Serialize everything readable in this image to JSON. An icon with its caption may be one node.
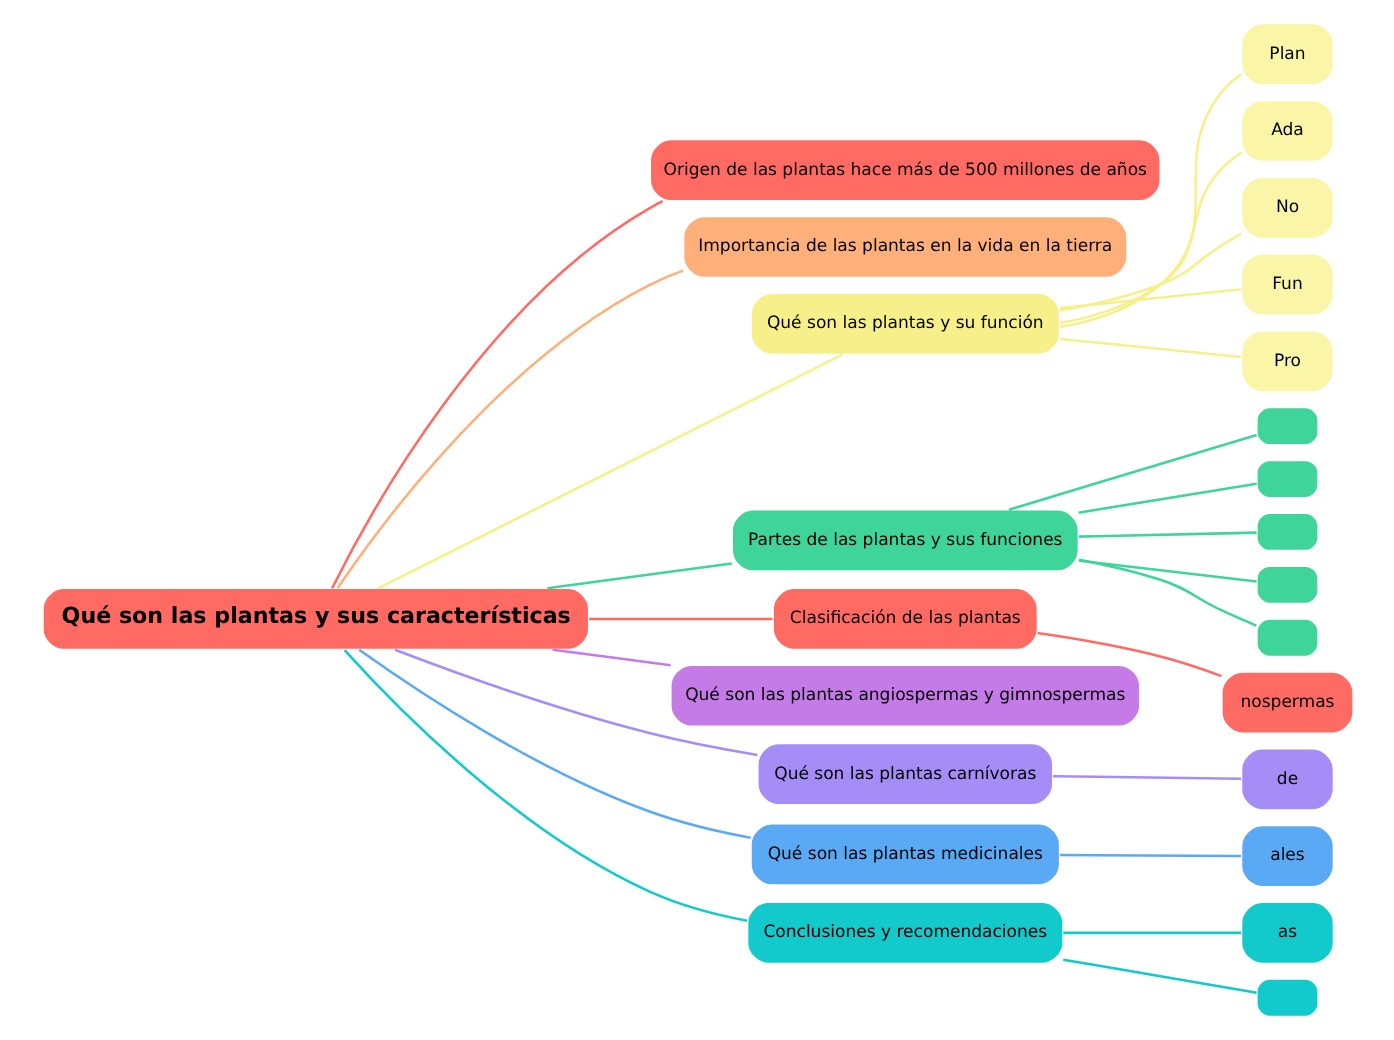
{
  "diagram": {
    "nodes": [
      {
        "text": [
          "Qué son las plantas y sus características"
        ]
      },
      {
        "text": [
          "Origen de las plantas hace más de 500 millones de años"
        ]
      },
      {
        "text": [
          "Importancia de las plantas en la vida en la tierra"
        ]
      },
      {
        "text": [
          "Qué son las plantas y su función"
        ]
      },
      {
        "text": [
          "Plan"
        ]
      },
      {
        "text": [
          "Ada"
        ]
      },
      {
        "text": [
          "No"
        ]
      },
      {
        "text": [
          "Fun"
        ]
      },
      {
        "text": [
          "Pro"
        ]
      },
      {
        "text": [
          "Partes de las plantas y sus funciones"
        ]
      },
      {
        "text": [],
        "shape": "box"
      },
      {
        "text": [],
        "shape": "box"
      },
      {
        "text": [],
        "shape": "box"
      },
      {
        "text": [],
        "shape": "box"
      },
      {
        "text": [],
        "shape": "box"
      },
      {
        "text": [
          "Clasificación de las plantas"
        ]
      },
      {
        "text": [
          "nospermas"
        ]
      },
      {
        "text": [
          "Qué son las plantas angiospermas y gimnospermas"
        ]
      },
      {
        "text": [
          "Qué son las plantas carnívoras"
        ]
      },
      {
        "text": [
          "de"
        ]
      },
      {
        "text": [
          "Qué son las plantas medicinales"
        ]
      },
      {
        "text": [
          "ales"
        ]
      },
      {
        "text": [
          "Conclusiones y recomendaciones"
        ]
      },
      {
        "text": [
          "as"
        ]
      },
      {
        "text": [],
        "shape": "box"
      }
    ],
    "edges": [
      {
        "from": 0,
        "to": 1,
        "arrow": "none",
        "color": "#ff6b63"
      },
      {
        "from": 0,
        "to": 2,
        "arrow": "none",
        "color": "#ffb07a"
      },
      {
        "from": 0,
        "to": 3,
        "arrow": "none",
        "color": "#f7f08a"
      },
      {
        "from": 3,
        "to": 4,
        "arrow": "none",
        "color": "#f7f08a"
      },
      {
        "from": 3,
        "to": 5,
        "arrow": "none",
        "color": "#f7f08a"
      },
      {
        "from": 3,
        "to": 6,
        "arrow": "none",
        "color": "#f7f08a"
      },
      {
        "from": 3,
        "to": 7,
        "arrow": "none",
        "color": "#f7f08a"
      },
      {
        "from": 3,
        "to": 8,
        "arrow": "none",
        "color": "#f7f08a"
      },
      {
        "from": 0,
        "to": 9,
        "arrow": "none",
        "color": "#3fd49a"
      },
      {
        "from": 9,
        "to": 10,
        "arrow": "none",
        "color": "#3fd49a"
      },
      {
        "from": 9,
        "to": 11,
        "arrow": "none",
        "color": "#3fd49a"
      },
      {
        "from": 9,
        "to": 12,
        "arrow": "none",
        "color": "#3fd49a"
      },
      {
        "from": 9,
        "to": 13,
        "arrow": "none",
        "color": "#3fd49a"
      },
      {
        "from": 9,
        "to": 14,
        "arrow": "none",
        "color": "#3fd49a"
      },
      {
        "from": 0,
        "to": 15,
        "arrow": "none",
        "color": "#ff6b63"
      },
      {
        "from": 15,
        "to": 16,
        "arrow": "none",
        "color": "#ff6b63"
      },
      {
        "from": 0,
        "to": 17,
        "arrow": "none",
        "color": "#c47be8"
      },
      {
        "from": 0,
        "to": 18,
        "arrow": "none",
        "color": "#a58cf7"
      },
      {
        "from": 18,
        "to": 19,
        "arrow": "none",
        "color": "#a58cf7"
      },
      {
        "from": 0,
        "to": 20,
        "arrow": "none",
        "color": "#5aa9f5"
      },
      {
        "from": 20,
        "to": 21,
        "arrow": "none",
        "color": "#5aa9f5"
      },
      {
        "from": 0,
        "to": 22,
        "arrow": "none",
        "color": "#12c9cc"
      },
      {
        "from": 22,
        "to": 23,
        "arrow": "none",
        "color": "#12c9cc"
      },
      {
        "from": 22,
        "to": 24,
        "arrow": "none",
        "color": "#12c9cc"
      }
    ]
  }
}
